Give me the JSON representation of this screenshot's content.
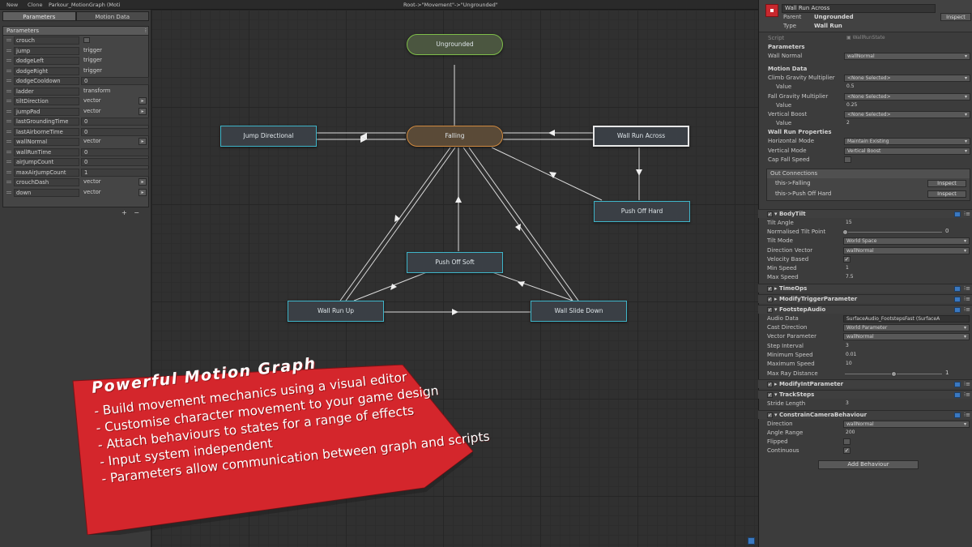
{
  "toolbar": {
    "new_label": "New",
    "clone_label": "Clone",
    "file_label": "Parkour_MotionGraph (Moti",
    "path_label": "Root->\"Movement\"->\"Ungrounded\""
  },
  "left_panel": {
    "tabs": [
      "Parameters",
      "Motion Data"
    ],
    "active_tab": "Parameters",
    "header": "Parameters",
    "menu_icon": "menu-icon",
    "params": [
      {
        "name": "crouch",
        "type": "checkbox",
        "value": ""
      },
      {
        "name": "jump",
        "type": "text",
        "value": "trigger"
      },
      {
        "name": "dodgeLeft",
        "type": "text",
        "value": "trigger"
      },
      {
        "name": "dodgeRight",
        "type": "text",
        "value": "trigger"
      },
      {
        "name": "dodgeCooldown",
        "type": "number",
        "value": "0"
      },
      {
        "name": "ladder",
        "type": "text",
        "value": "transform"
      },
      {
        "name": "tiltDirection",
        "type": "vector",
        "value": "vector"
      },
      {
        "name": "jumpPad",
        "type": "vector",
        "value": "vector"
      },
      {
        "name": "lastGroundingTime",
        "type": "number",
        "value": "0"
      },
      {
        "name": "lastAirborneTime",
        "type": "number",
        "value": "0"
      },
      {
        "name": "wallNormal",
        "type": "vector",
        "value": "vector"
      },
      {
        "name": "wallRunTime",
        "type": "number",
        "value": "0"
      },
      {
        "name": "airJumpCount",
        "type": "number",
        "value": "0"
      },
      {
        "name": "maxAirJumpCount",
        "type": "number",
        "value": "1"
      },
      {
        "name": "crouchDash",
        "type": "vector",
        "value": "vector"
      },
      {
        "name": "down",
        "type": "vector",
        "value": "vector"
      }
    ],
    "add_label": "+",
    "remove_label": "−"
  },
  "graph": {
    "nodes": {
      "ungrounded": "Ungrounded",
      "falling": "Falling",
      "jump_directional": "Jump Directional",
      "wall_run_across": "Wall Run Across",
      "push_off_hard": "Push Off Hard",
      "push_off_soft": "Push Off Soft",
      "wall_run_up": "Wall Run Up",
      "wall_slide_down": "Wall Slide Down"
    },
    "selected_node": "Wall Run Across",
    "current_node": "Falling",
    "entry_node": "Ungrounded"
  },
  "promo": {
    "title": "Powerful Motion Graph",
    "bullets": [
      "- Build movement mechanics using a visual editor",
      "- Customise character movement to your game design",
      "- Attach behaviours to states for a range of effects",
      "- Input system independent",
      "- Parameters allow communication between graph and scripts"
    ],
    "color": "#d4262c"
  },
  "inspector": {
    "name": "Wall Run Across",
    "parent_key": "Parent",
    "parent_value": "Ungrounded",
    "type_key": "Type",
    "type_value": "Wall Run",
    "inspect_label": "Inspect",
    "script_key": "Script",
    "script_value": "WallRunState",
    "parameters_header": "Parameters",
    "wall_normal_key": "Wall Normal",
    "wall_normal_value": "wallNormal",
    "motion_data_header": "Motion Data",
    "climb_gravity_key": "Climb Gravity Multiplier",
    "climb_gravity_value": "<None Selected>",
    "climb_value_key": "Value",
    "climb_value": "0.5",
    "fall_gravity_key": "Fall Gravity Multiplier",
    "fall_gravity_value": "<None Selected>",
    "fall_value_key": "Value",
    "fall_value": "0.25",
    "vertical_boost_key": "Vertical Boost",
    "vertical_boost_value": "<None Selected>",
    "vb_value_key": "Value",
    "vb_value": "2",
    "wall_run_props_header": "Wall Run Properties",
    "horizontal_mode_key": "Horizontal Mode",
    "horizontal_mode_value": "Maintain Existing",
    "vertical_mode_key": "Vertical Mode",
    "vertical_mode_value": "Vertical Boost",
    "cap_fall_key": "Cap Fall Speed",
    "out_connections_header": "Out Connections",
    "out_connections": [
      "this->Falling",
      "this->Push Off Hard"
    ],
    "body_tilt": {
      "name": "BodyTilt",
      "tilt_angle_key": "Tilt Angle",
      "tilt_angle": "15",
      "norm_tilt_key": "Normalised Tilt Point",
      "norm_tilt": "0",
      "norm_tilt_level": 0,
      "tilt_mode_key": "Tilt Mode",
      "tilt_mode": "World Space",
      "dir_vector_key": "Direction Vector",
      "dir_vector": "wallNormal",
      "vel_based_key": "Velocity Based",
      "vel_based": true,
      "min_speed_key": "Min Speed",
      "min_speed": "1",
      "max_speed_key": "Max Speed",
      "max_speed": "7.5"
    },
    "time_ops": "TimeOps",
    "modify_trigger": "ModifyTriggerParameter",
    "footstep": {
      "name": "FootstepAudio",
      "audio_key": "Audio Data",
      "audio": "SurfaceAudio_FootstepsFast (SurfaceA",
      "cast_key": "Cast Direction",
      "cast": "World Parameter",
      "vecparam_key": "Vector Parameter",
      "vecparam": "wallNormal",
      "step_key": "Step Interval",
      "step": "3",
      "minspeed_key": "Minimum Speed",
      "minspeed": "0.01",
      "maxspeed_key": "Maximum Speed",
      "maxspeed": "10",
      "maxray_key": "Max Ray Distance",
      "maxray": "1",
      "maxray_level": 0.5
    },
    "modify_int": "ModifyIntParameter",
    "track_steps": {
      "name": "TrackSteps",
      "stride_key": "Stride Length",
      "stride": "3"
    },
    "constrain": {
      "name": "ConstrainCameraBehaviour",
      "dir_key": "Direction",
      "dir": "wallNormal",
      "range_key": "Angle Range",
      "range": "200",
      "flipped_key": "Flipped",
      "flipped": false,
      "cont_key": "Continuous",
      "cont": true
    },
    "add_behaviour_label": "Add Behaviour"
  }
}
